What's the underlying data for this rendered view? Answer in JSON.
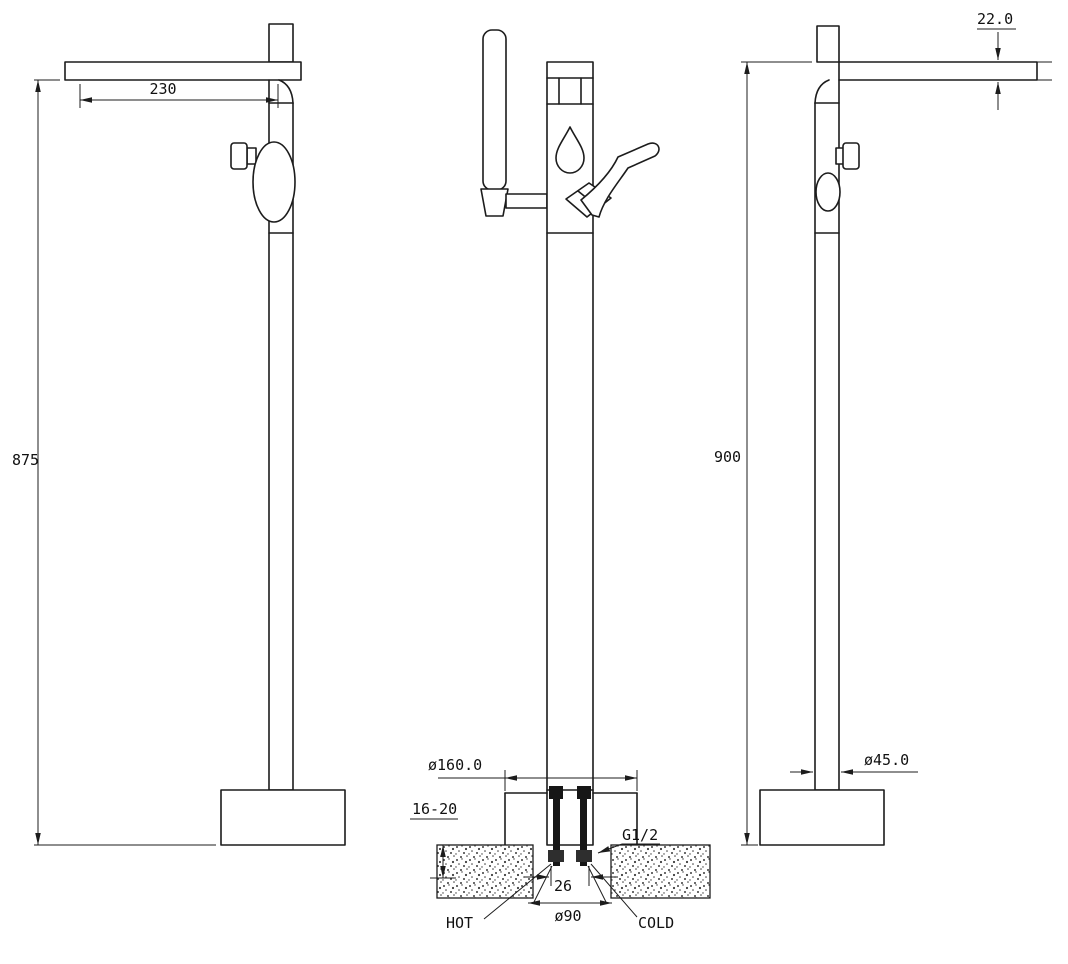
{
  "colors": {
    "line": "#1c1c1c",
    "background": "#ffffff"
  },
  "views": {
    "left": {
      "dims": {
        "spout_reach": "230",
        "overall_height": "875"
      }
    },
    "front": {
      "dims": {
        "base_diameter": "ø160.0",
        "floor_thickness": "16-20",
        "thread_size": "G1/2",
        "inlet_spacing": "26",
        "inlet_circle": "ø90"
      },
      "labels": {
        "hot": "HOT",
        "cold": "COLD"
      }
    },
    "right": {
      "dims": {
        "spout_thickness": "22.0",
        "overall_height": "900",
        "column_diameter": "ø45.0"
      }
    }
  }
}
